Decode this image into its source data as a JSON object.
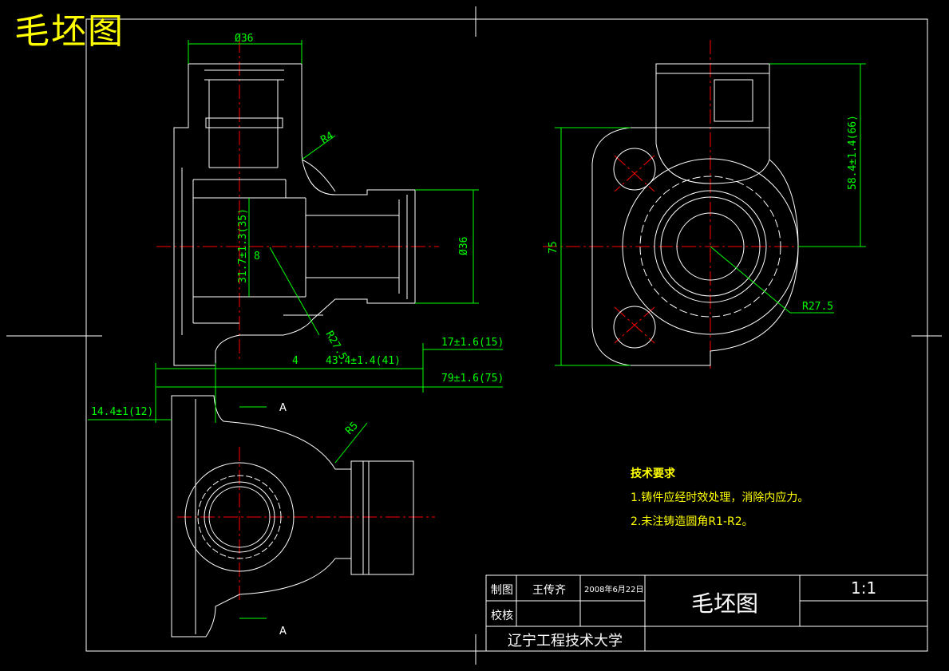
{
  "drawing_title": "毛坯图",
  "dimensions": {
    "d36_top": "Ø36",
    "d36_right": "Ø36",
    "r4": "R4",
    "r5": "R5",
    "r27": "R27.5",
    "r27_right": "R27.5",
    "d31": "31.7±1.3(35)",
    "d8": "8",
    "d4": "4",
    "d43": "43.4±1.4(41)",
    "d17": "17±1.6(15)",
    "d79": "79±1.6(75)",
    "d14": "14.4±1(12)",
    "d58": "58.4±1.4(66)",
    "d75": "75",
    "section_a_top": "A",
    "section_a_bottom": "A"
  },
  "tech_requirements": {
    "heading": "技术要求",
    "item1": "1.铸件应经时效处理，消除内应力。",
    "item2": "2.未注铸造圆角R1-R2。"
  },
  "title_block": {
    "drawn_label": "制图",
    "drawn_name": "王传齐",
    "drawn_date": "2008年6月22日",
    "check_label": "校核",
    "part_name": "毛坯图",
    "scale": "1:1",
    "institution": "辽宁工程技术大学"
  },
  "colors": {
    "background": "#000000",
    "outline": "#ffffff",
    "centerline": "#ff0000",
    "dimension": "#00ff00",
    "title": "#ffff00"
  }
}
